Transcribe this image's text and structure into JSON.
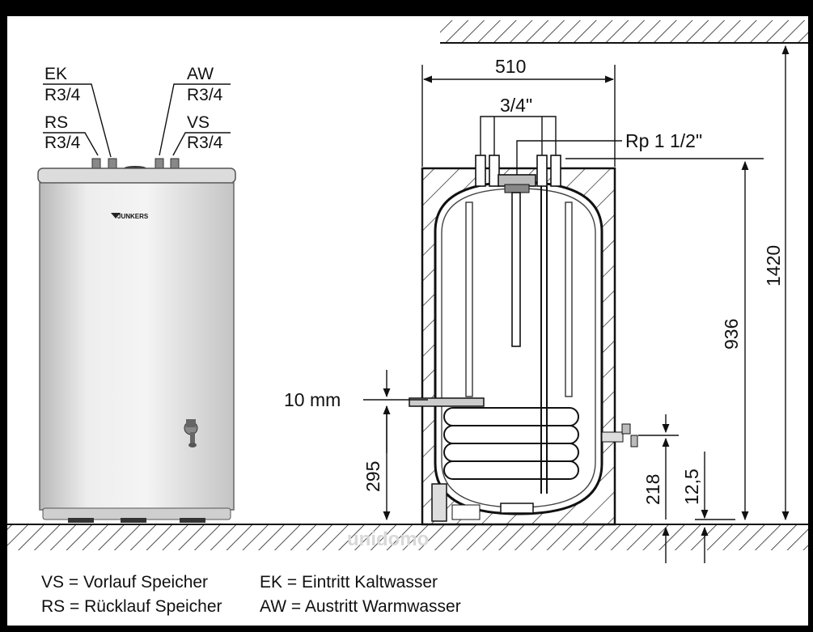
{
  "connections": {
    "ek": "EK",
    "ek_size": "R3/4",
    "rs": "RS",
    "rs_size": "R3/4",
    "aw": "AW",
    "aw_size": "R3/4",
    "vs": "VS",
    "vs_size": "R3/4"
  },
  "brand": "JUNKERS",
  "dimensions": {
    "width": "510",
    "top_pipe": "3/4\"",
    "rp": "Rp 1 1/2\"",
    "total_height": "1420",
    "top_height": "936",
    "rod_gap": "10 mm",
    "lower_height": "295",
    "drain_height": "218",
    "foot_height": "12,5"
  },
  "watermark": "unidomo",
  "legend": [
    {
      "abbr": "VS",
      "text": "VS = Vorlauf Speicher"
    },
    {
      "abbr": "RS",
      "text": "RS = Rücklauf Speicher"
    },
    {
      "abbr": "EK",
      "text": "EK = Eintritt Kaltwasser"
    },
    {
      "abbr": "AW",
      "text": "AW = Austritt Warmwasser"
    }
  ]
}
